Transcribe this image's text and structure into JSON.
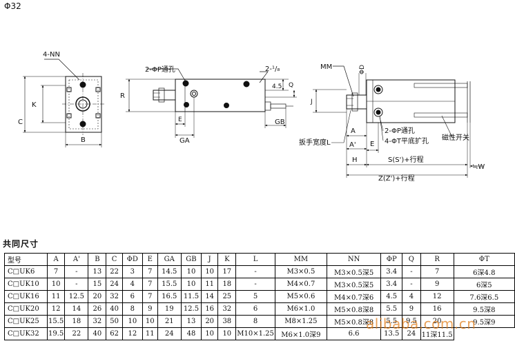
{
  "title": "Φ32",
  "section_title": "共同尺寸",
  "drawing_labels": {
    "front_nn": "4-NN",
    "front_k": "K",
    "front_c": "C",
    "front_b": "B",
    "side_p": "2-ΦP通孔",
    "side_r": "R",
    "side_e": "E",
    "side_ga": "GA",
    "side_port": "2-¹/₈",
    "side_45": "4.5",
    "side_q": "Q",
    "side_gb": "GB",
    "top_mm": "MM",
    "top_d": "ΦD",
    "top_j": "J",
    "top_p": "2-ΦP通孔",
    "top_t": "4-ΦT平底扩孔",
    "top_wrench": "扳手宽度L",
    "top_a": "A",
    "top_a2": "A'",
    "top_e": "E",
    "top_switch": "磁性开关",
    "top_h": "H",
    "top_s": "S(S')+行程",
    "top_w": "≒W",
    "top_z": "Z(Z')+行程"
  },
  "table": {
    "headers": [
      "型号",
      "A",
      "A'",
      "B",
      "C",
      "ΦD",
      "E",
      "GA",
      "GB",
      "J",
      "K",
      "L",
      "MM",
      "NN",
      "ΦP",
      "Q",
      "R",
      "ΦT"
    ],
    "rows": [
      [
        "C□UK6",
        "7",
        "-",
        "13",
        "22",
        "3",
        "7",
        "14.5",
        "10",
        "10",
        "17",
        "-",
        "M3×0.5",
        "M3×0.5深5",
        "3.4",
        "-",
        "7",
        "6深4.8"
      ],
      [
        "C□UK10",
        "10",
        "-",
        "15",
        "24",
        "4",
        "7",
        "15.5",
        "10",
        "11",
        "18",
        "-",
        "M4×0.7",
        "M3×0.5深5",
        "3.4",
        "-",
        "9",
        "6深5"
      ],
      [
        "C□UK16",
        "11",
        "12.5",
        "20",
        "32",
        "6",
        "7",
        "16.5",
        "11.5",
        "14",
        "25",
        "5",
        "M5×0.6",
        "M4×0.7深6",
        "4.5",
        "4",
        "12",
        "7.6深6.5"
      ],
      [
        "C□UK20",
        "12",
        "14",
        "26",
        "40",
        "8",
        "9",
        "19",
        "12.5",
        "16",
        "32",
        "6",
        "M6×1.0",
        "M5×0.8深8",
        "5.5",
        "9",
        "16",
        "9.5深8"
      ],
      [
        "C□UK25",
        "15.5",
        "18",
        "32",
        "50",
        "10",
        "10",
        "21",
        "13",
        "20",
        "38",
        "8",
        "M8×1.25",
        "M5×0.8深8",
        "5.5",
        "9.5",
        "20",
        "9.5深9"
      ],
      [
        "C□UK32",
        "19.5",
        "22",
        "40",
        "62",
        "12",
        "11",
        "24",
        "48",
        "10",
        "10",
        "M10×1.25",
        "M6×1.0深9",
        "6.6",
        "13.5",
        "24",
        "11深11.5"
      ]
    ]
  },
  "watermark": "alibaba.com.cn"
}
